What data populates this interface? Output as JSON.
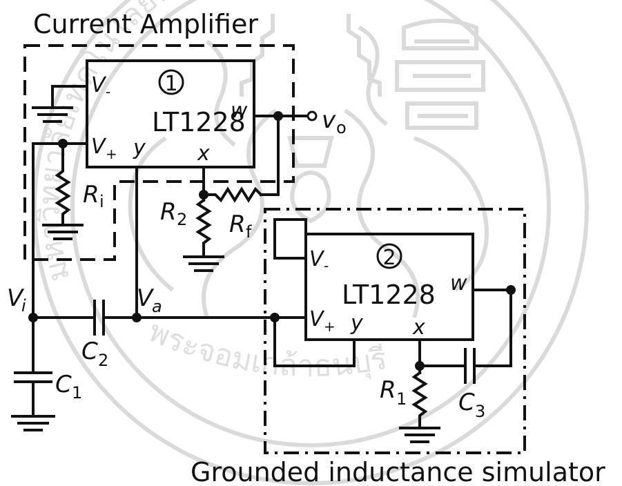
{
  "title_top": "Current Amplifier",
  "title_bottom": "Grounded inductance simulator",
  "watermark": {
    "text": "มหาวิทยาลัยเทคโนโลยีพระจอมเกล้าธนบุรี",
    "text_tail": "พระจอมเกล้าธนบุรี",
    "color": "#bdbdbd"
  },
  "ic1": {
    "number": "1",
    "part": "LT1228",
    "pin_vminus": "V",
    "pin_vminus_sub": "-",
    "pin_vplus": "V",
    "pin_vplus_sub": "+",
    "pin_y": "y",
    "pin_x": "x",
    "pin_w": "w"
  },
  "ic2": {
    "number": "2",
    "part": "LT1228",
    "pin_vminus": "V",
    "pin_vminus_sub": "-",
    "pin_vplus": "V",
    "pin_vplus_sub": "+",
    "pin_y": "y",
    "pin_x": "x",
    "pin_w": "w"
  },
  "nodes": {
    "vo": "v",
    "vo_sub": "o",
    "vi": "V",
    "vi_sub": "i",
    "va": "V",
    "va_sub": "a"
  },
  "components": {
    "ri": "R",
    "ri_sub": "i",
    "r2": "R",
    "r2_sub": "2",
    "rf": "R",
    "rf_sub": "f",
    "r1": "R",
    "r1_sub": "1",
    "c1": "C",
    "c1_sub": "1",
    "c2": "C",
    "c2_sub": "2",
    "c3": "C",
    "c3_sub": "3"
  }
}
